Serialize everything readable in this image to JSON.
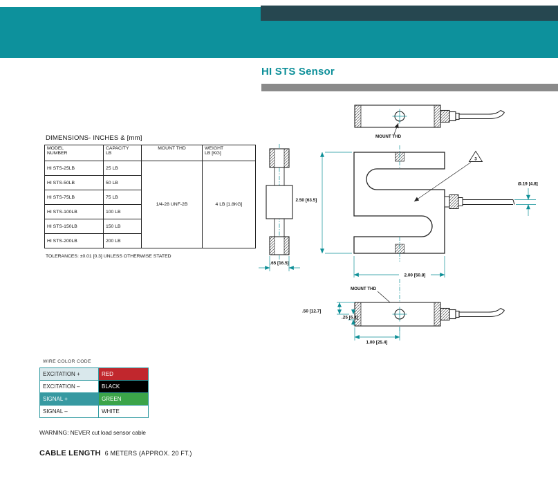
{
  "banner": {
    "teal_color": "#0D919C",
    "dark_color": "#264750",
    "gray_color": "#8A8A8A"
  },
  "page": {
    "title": "HI STS Sensor"
  },
  "dim_table": {
    "title": "DIMENSIONS- INCHES & [mm]",
    "headers": [
      {
        "line1": "MODEL",
        "line2": "NUMBER"
      },
      {
        "line1": "CAPACITY",
        "line2": "LB"
      },
      {
        "line1": "MOUNT THD",
        "line2": ""
      },
      {
        "line1": "WEIGHT",
        "line2": "LB [KG]"
      }
    ],
    "rows": [
      {
        "model": "HI STS-25LB",
        "capacity": "25 LB"
      },
      {
        "model": "HI STS-50LB",
        "capacity": "50 LB"
      },
      {
        "model": "HI STS-75LB",
        "capacity": "75 LB"
      },
      {
        "model": "HI STS-100LB",
        "capacity": "100 LB"
      },
      {
        "model": "HI STS-150LB",
        "capacity": "150 LB"
      },
      {
        "model": "HI STS-200LB",
        "capacity": "200 LB"
      }
    ],
    "mount_thd_value": "1/4-28 UNF-2B",
    "weight_value": "4 LB [1.8KG]",
    "tolerance_note": "TOLERANCES: ±0.01 [0.3] UNLESS OTHERWISE STATED"
  },
  "drawing": {
    "mount_thd_label": "MOUNT THD",
    "flag_note": "3",
    "dim_height": "2.50 [63.5]",
    "dim_width": "2.00 [50.8]",
    "dim_depth": ".65 [16.5]",
    "dim_cable_dia": "Ø.19 [4.8]",
    "dim_half": ".50 [12.7]",
    "dim_quarter": ".25 [6.4]",
    "dim_one_inch": "1.00 [25.4]",
    "dim_line_color": "#0E8F97"
  },
  "wire_table": {
    "title": "WIRE COLOR CODE",
    "rows": [
      {
        "label": "EXCITATION +",
        "value": "RED",
        "label_bg": "#D9E8EC",
        "label_fg": "#222222",
        "value_bg": "#C1272D",
        "value_fg": "#FFFFFF"
      },
      {
        "label": "EXCITATION –",
        "value": "BLACK",
        "label_bg": "#FFFFFF",
        "label_fg": "#222222",
        "value_bg": "#000000",
        "value_fg": "#FFFFFF"
      },
      {
        "label": "SIGNAL +",
        "value": "GREEN",
        "label_bg": "#3799A1",
        "label_fg": "#FFFFFF",
        "value_bg": "#3BA449",
        "value_fg": "#FFFFFF"
      },
      {
        "label": "SIGNAL –",
        "value": "WHITE",
        "label_bg": "#FFFFFF",
        "label_fg": "#222222",
        "value_bg": "#FFFFFF",
        "value_fg": "#222222"
      }
    ]
  },
  "warning": "WARNING: NEVER cut load sensor cable",
  "cable": {
    "label": "CABLE LENGTH",
    "value": "6 METERS (APPROX. 20 FT.)"
  }
}
